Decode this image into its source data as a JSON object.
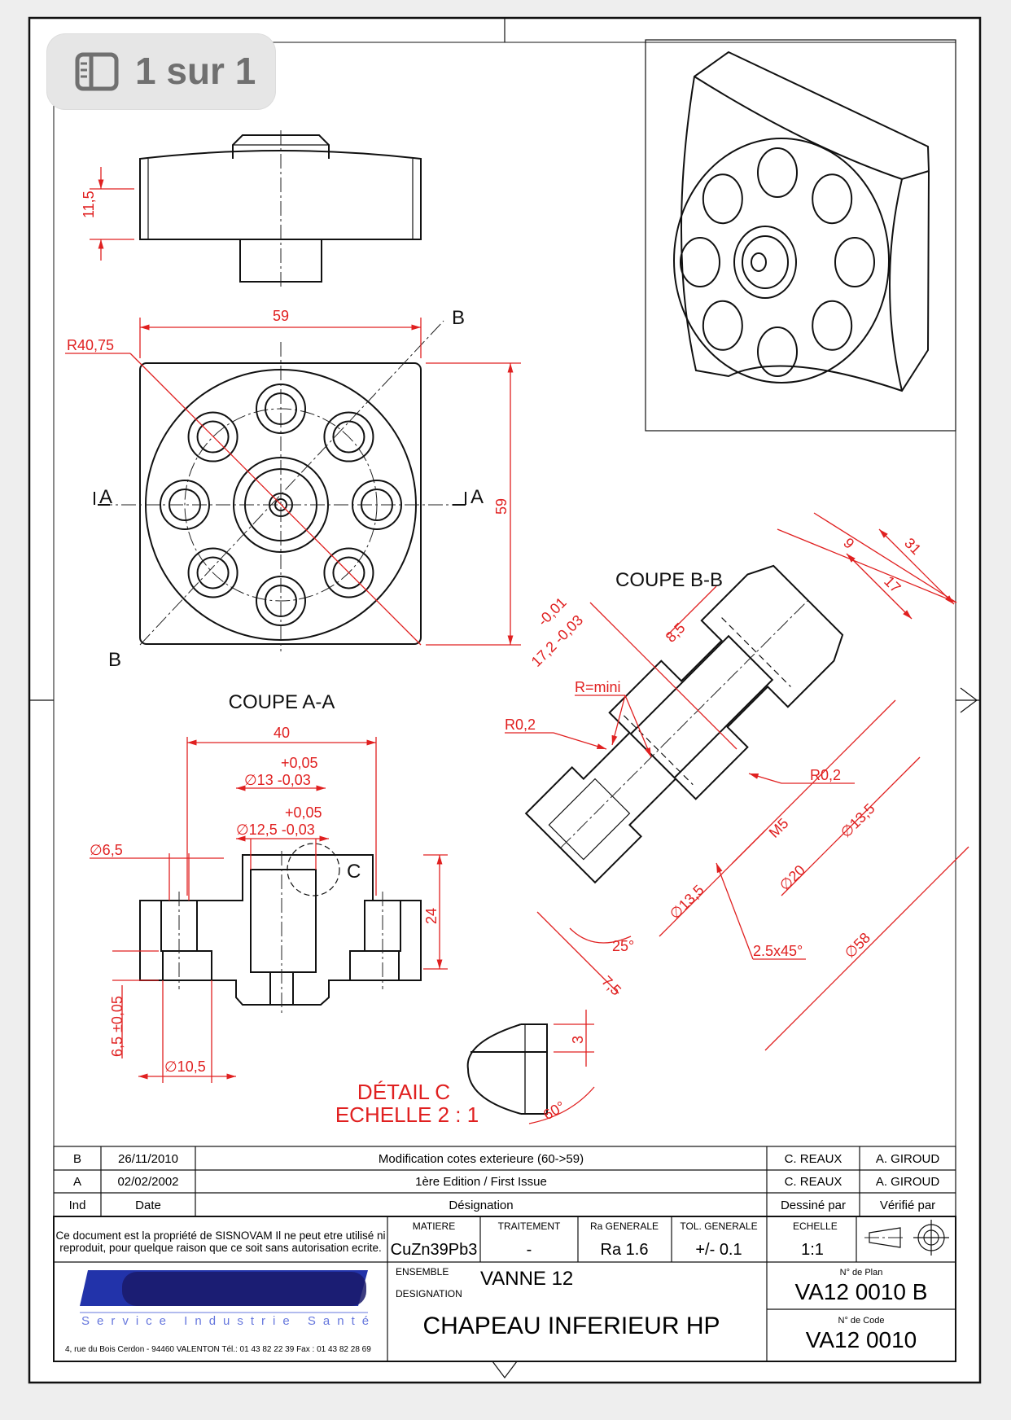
{
  "viewer": {
    "page_indicator": "1 sur 1",
    "icon": "sidebar-panel-icon"
  },
  "views": {
    "top": {
      "dim_height": "11,5"
    },
    "plan": {
      "dim_width": "59",
      "dim_height": "59",
      "dim_radius": "R40,75",
      "section_a": "A",
      "section_b": "B"
    },
    "coupe_aa": {
      "title": "COUPE A-A",
      "dim_40": "40",
      "tol13_upper": "+0,05",
      "dim13": "∅13 -0,03",
      "tol125_upper": "+0,05",
      "dim125": "∅12,5 -0,03",
      "dim65d": "∅6,5",
      "dim24": "24",
      "dim65": "6,5 ±0,05",
      "dim105": "∅10,5",
      "detail_ref": "C"
    },
    "coupe_bb": {
      "title": "COUPE B-B",
      "dim9": "9",
      "dim31": "31",
      "dim17": "17",
      "dim85": "8,5",
      "tol172": "-0,01",
      "dim172": "17,2 -0,03",
      "rmini": "R=mini",
      "r02a": "R0,2",
      "r02b": "R0,2",
      "m5": "M5",
      "d135a": "∅13,5",
      "d20": "∅20",
      "d135b": "∅13,5",
      "d58": "∅58",
      "ang25": "25°",
      "chamfer": "2.5x45°",
      "dim75": "7,5"
    },
    "detail_c": {
      "title": "DÉTAIL C",
      "scale": "ECHELLE 2 : 1",
      "dim3": "3",
      "ang60": "60°"
    }
  },
  "revisions": {
    "rows": [
      {
        "ind": "B",
        "date": "26/11/2010",
        "designation": "Modification cotes exterieure (60->59)",
        "drawn": "C. REAUX",
        "checked": "A. GIROUD"
      },
      {
        "ind": "A",
        "date": "02/02/2002",
        "designation": "1ère Edition / First Issue",
        "drawn": "C. REAUX",
        "checked": "A. GIROUD"
      }
    ],
    "header": {
      "ind": "Ind",
      "date": "Date",
      "designation": "Désignation",
      "drawn": "Dessiné par",
      "checked": "Vérifié par"
    }
  },
  "title_block": {
    "notice_line1": "Ce document est la propriété de SISNOVAM Il ne peut etre utilisé ni",
    "notice_line2": "reproduit, pour quelque raison que ce soit sans autorisation ecrite.",
    "matiere_label": "MATIERE",
    "matiere": "CuZn39Pb3",
    "traitement_label": "TRAITEMENT",
    "traitement": "-",
    "ra_label": "Ra GENERALE",
    "ra": "Ra 1.6",
    "tol_label": "TOL. GENERALE",
    "tol": "+/- 0.1",
    "echelle_label": "ECHELLE",
    "echelle": "1:1",
    "ensemble_label": "ENSEMBLE",
    "ensemble": "VANNE 12",
    "designation_label": "DESIGNATION",
    "designation": "CHAPEAU INFERIEUR HP",
    "plan_label": "N° de Plan",
    "plan": "VA12 0010 B",
    "code_label": "N° de Code",
    "code": "VA12 0010",
    "company_tagline": "Service Industrie Santé",
    "address": "4, rue du Bois Cerdon - 94460 VALENTON    Tél.: 01 43 82 22 39  Fax : 01 43 82 28 69"
  },
  "colors": {
    "dimension": "#e02020",
    "line": "#111111",
    "logo_blue": "#2233aa"
  }
}
